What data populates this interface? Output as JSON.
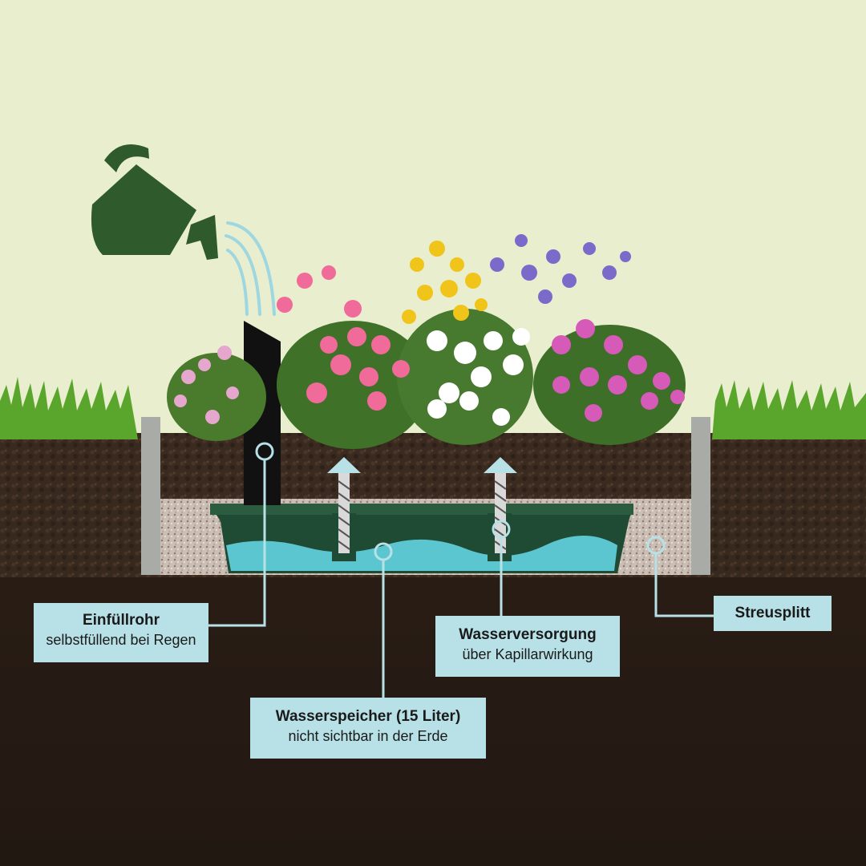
{
  "colors": {
    "sky": "#e9eecf",
    "soil_dark": "#2a1d16",
    "soil_top": "#3b2a1f",
    "grass": "#5aa52b",
    "can": "#2f5a2c",
    "label_bg": "#b7e1e6",
    "water": "#5cc6d0",
    "line": "#b7e1e6"
  },
  "icons": [
    "watering-can-icon",
    "rain-waves-icon",
    "arrow-up-icon"
  ],
  "labels": {
    "einfuellrohr": {
      "title": "Einfüllrohr",
      "sub": "selbstfüllend bei Regen"
    },
    "wasserversorgung": {
      "title": "Wasserversorgung",
      "sub": "über Kapillarwirkung"
    },
    "wasserspeicher": {
      "title": "Wasserspeicher (15 Liter)",
      "sub": "nicht sichtbar in der Erde"
    },
    "streusplitt": {
      "title": "Streusplitt"
    }
  }
}
